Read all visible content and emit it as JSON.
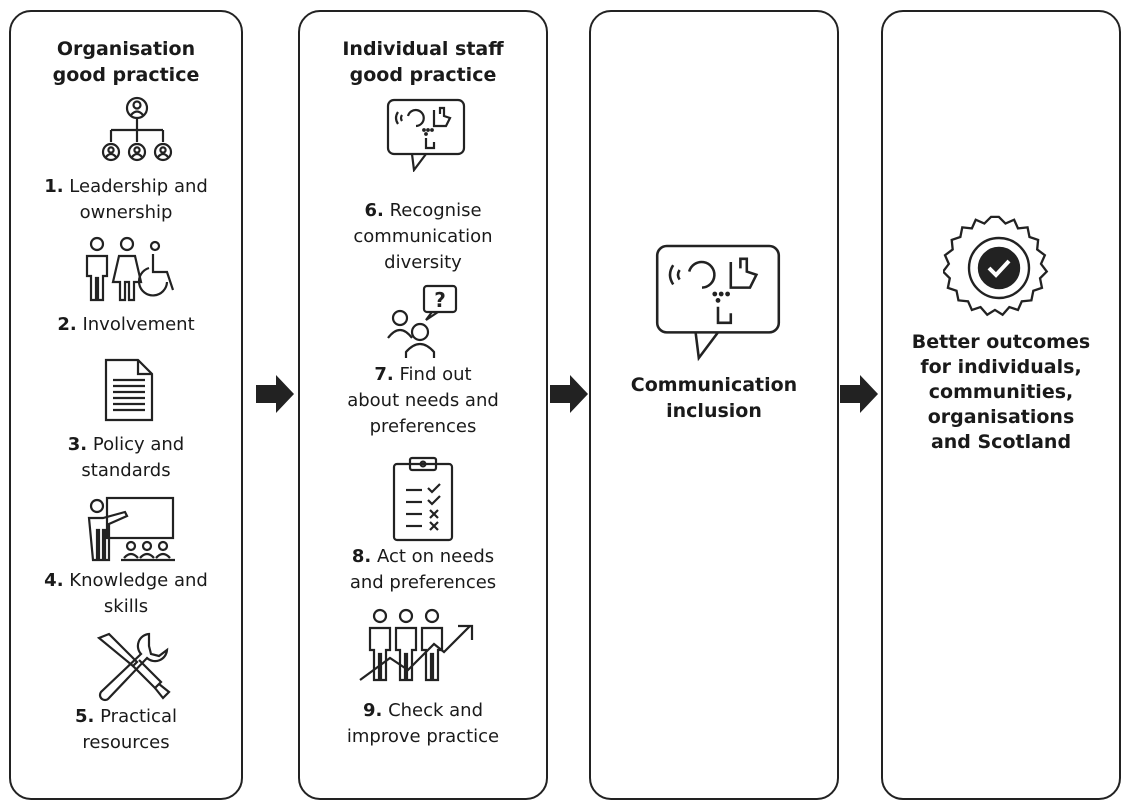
{
  "columns": [
    {
      "title_lines": [
        "Organisation",
        "good practice"
      ],
      "items": [
        {
          "number": "1.",
          "lines": [
            "Leadership and",
            "ownership"
          ],
          "icon": "hierarchy-icon"
        },
        {
          "number": "2.",
          "lines": [
            "Involvement"
          ],
          "icon": "people-accessibility-icon"
        },
        {
          "number": "3.",
          "lines": [
            "Policy and",
            "standards"
          ],
          "icon": "document-icon"
        },
        {
          "number": "4.",
          "lines": [
            "Knowledge and",
            "skills"
          ],
          "icon": "presentation-icon"
        },
        {
          "number": "5.",
          "lines": [
            "Practical",
            "resources"
          ],
          "icon": "tools-icon"
        }
      ]
    },
    {
      "title_lines": [
        "Individual staff",
        "good practice"
      ],
      "items": [
        {
          "number": "6.",
          "lines": [
            "Recognise",
            "communication",
            "diversity"
          ],
          "icon": "communication-bubble-icon"
        },
        {
          "number": "7.",
          "lines": [
            "Find out",
            "about needs and",
            "preferences"
          ],
          "icon": "question-person-icon"
        },
        {
          "number": "8.",
          "lines": [
            "Act on needs",
            "and preferences"
          ],
          "icon": "checklist-icon"
        },
        {
          "number": "9.",
          "lines": [
            "Check and",
            "improve practice"
          ],
          "icon": "improvement-graph-icon"
        }
      ]
    },
    {
      "label_lines": [
        "Communication",
        "inclusion"
      ],
      "icon": "communication-bubble-icon"
    },
    {
      "label_lines": [
        "Better outcomes",
        "for individuals,",
        "communities,",
        "organisations",
        "and Scotland"
      ],
      "icon": "check-badge-icon"
    }
  ]
}
